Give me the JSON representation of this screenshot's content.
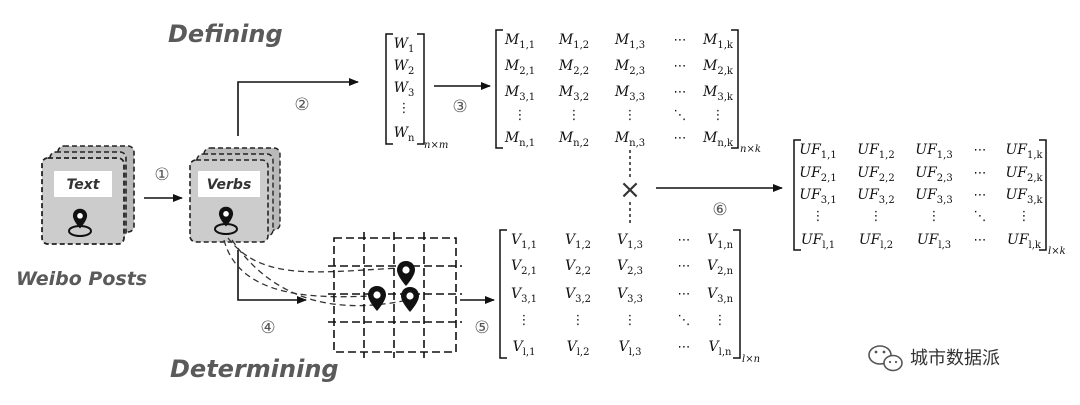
{
  "titles": {
    "defining": "Defining",
    "determining": "Determining",
    "source": "Weibo Posts"
  },
  "cards": {
    "text_label": "Text",
    "verbs_label": "Verbs"
  },
  "steps": [
    "①",
    "②",
    "③",
    "④",
    "⑤",
    "⑥"
  ],
  "times_symbol": "×",
  "watermark": "城市数据派",
  "matrix_w": {
    "rows": [
      [
        "W",
        "1"
      ],
      [
        "W",
        "2"
      ],
      [
        "W",
        "3"
      ],
      [
        "⋮",
        ""
      ],
      [
        "W",
        "n"
      ]
    ],
    "dim": "n×m"
  },
  "matrix_m": {
    "rows": [
      [
        [
          "M",
          "1,1"
        ],
        [
          "M",
          "1,2"
        ],
        [
          "M",
          "1,3"
        ],
        [
          "⋯",
          ""
        ],
        [
          "M",
          "1,k"
        ]
      ],
      [
        [
          "M",
          "2,1"
        ],
        [
          "M",
          "2,2"
        ],
        [
          "M",
          "2,3"
        ],
        [
          "⋯",
          ""
        ],
        [
          "M",
          "2,k"
        ]
      ],
      [
        [
          "M",
          "3,1"
        ],
        [
          "M",
          "3,2"
        ],
        [
          "M",
          "3,3"
        ],
        [
          "⋯",
          ""
        ],
        [
          "M",
          "3,k"
        ]
      ],
      [
        [
          "⋮",
          ""
        ],
        [
          "⋮",
          ""
        ],
        [
          "⋮",
          ""
        ],
        [
          "⋱",
          ""
        ],
        [
          "⋮",
          ""
        ]
      ],
      [
        [
          "M",
          "n,1"
        ],
        [
          "M",
          "n,2"
        ],
        [
          "M",
          "n,3"
        ],
        [
          "⋯",
          ""
        ],
        [
          "M",
          "n,k"
        ]
      ]
    ],
    "dim": "n×k"
  },
  "matrix_v": {
    "rows": [
      [
        [
          "V",
          "1,1"
        ],
        [
          "V",
          "1,2"
        ],
        [
          "V",
          "1,3"
        ],
        [
          "⋯",
          ""
        ],
        [
          "V",
          "1,n"
        ]
      ],
      [
        [
          "V",
          "2,1"
        ],
        [
          "V",
          "2,2"
        ],
        [
          "V",
          "2,3"
        ],
        [
          "⋯",
          ""
        ],
        [
          "V",
          "2,n"
        ]
      ],
      [
        [
          "V",
          "3,1"
        ],
        [
          "V",
          "3,2"
        ],
        [
          "V",
          "3,3"
        ],
        [
          "⋯",
          ""
        ],
        [
          "V",
          "3,n"
        ]
      ],
      [
        [
          "⋮",
          ""
        ],
        [
          "⋮",
          ""
        ],
        [
          "⋮",
          ""
        ],
        [
          "⋱",
          ""
        ],
        [
          "⋮",
          ""
        ]
      ],
      [
        [
          "V",
          "l,1"
        ],
        [
          "V",
          "l,2"
        ],
        [
          "V",
          "l,3"
        ],
        [
          "⋯",
          ""
        ],
        [
          "V",
          "l,n"
        ]
      ]
    ],
    "dim": "l×n"
  },
  "matrix_uf": {
    "rows": [
      [
        [
          "UF",
          "1,1"
        ],
        [
          "UF",
          "1,2"
        ],
        [
          "UF",
          "1,3"
        ],
        [
          "⋯",
          ""
        ],
        [
          "UF",
          "1,k"
        ]
      ],
      [
        [
          "UF",
          "2,1"
        ],
        [
          "UF",
          "2,2"
        ],
        [
          "UF",
          "2,3"
        ],
        [
          "⋯",
          ""
        ],
        [
          "UF",
          "2,k"
        ]
      ],
      [
        [
          "UF",
          "3,1"
        ],
        [
          "UF",
          "3,2"
        ],
        [
          "UF",
          "3,3"
        ],
        [
          "⋯",
          ""
        ],
        [
          "UF",
          "3,k"
        ]
      ],
      [
        [
          "⋮",
          ""
        ],
        [
          "⋮",
          ""
        ],
        [
          "⋮",
          ""
        ],
        [
          "⋱",
          ""
        ],
        [
          "⋮",
          ""
        ]
      ],
      [
        [
          "UF",
          "l,1"
        ],
        [
          "UF",
          "l,2"
        ],
        [
          "UF",
          "l,3"
        ],
        [
          "⋯",
          ""
        ],
        [
          "UF",
          "l,k"
        ]
      ]
    ],
    "dim": "l×k"
  }
}
